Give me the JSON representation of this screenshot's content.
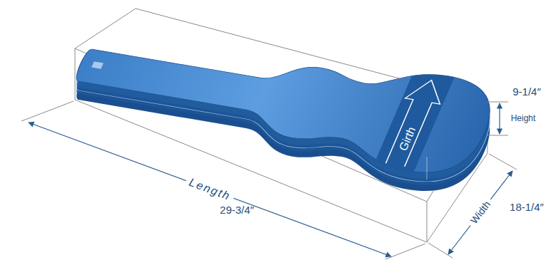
{
  "diagram": {
    "labels": [
      "Length",
      "29-3/4″",
      "Width",
      "18-1/4″",
      "Height",
      "9-1/4″",
      "Girth"
    ]
  }
}
